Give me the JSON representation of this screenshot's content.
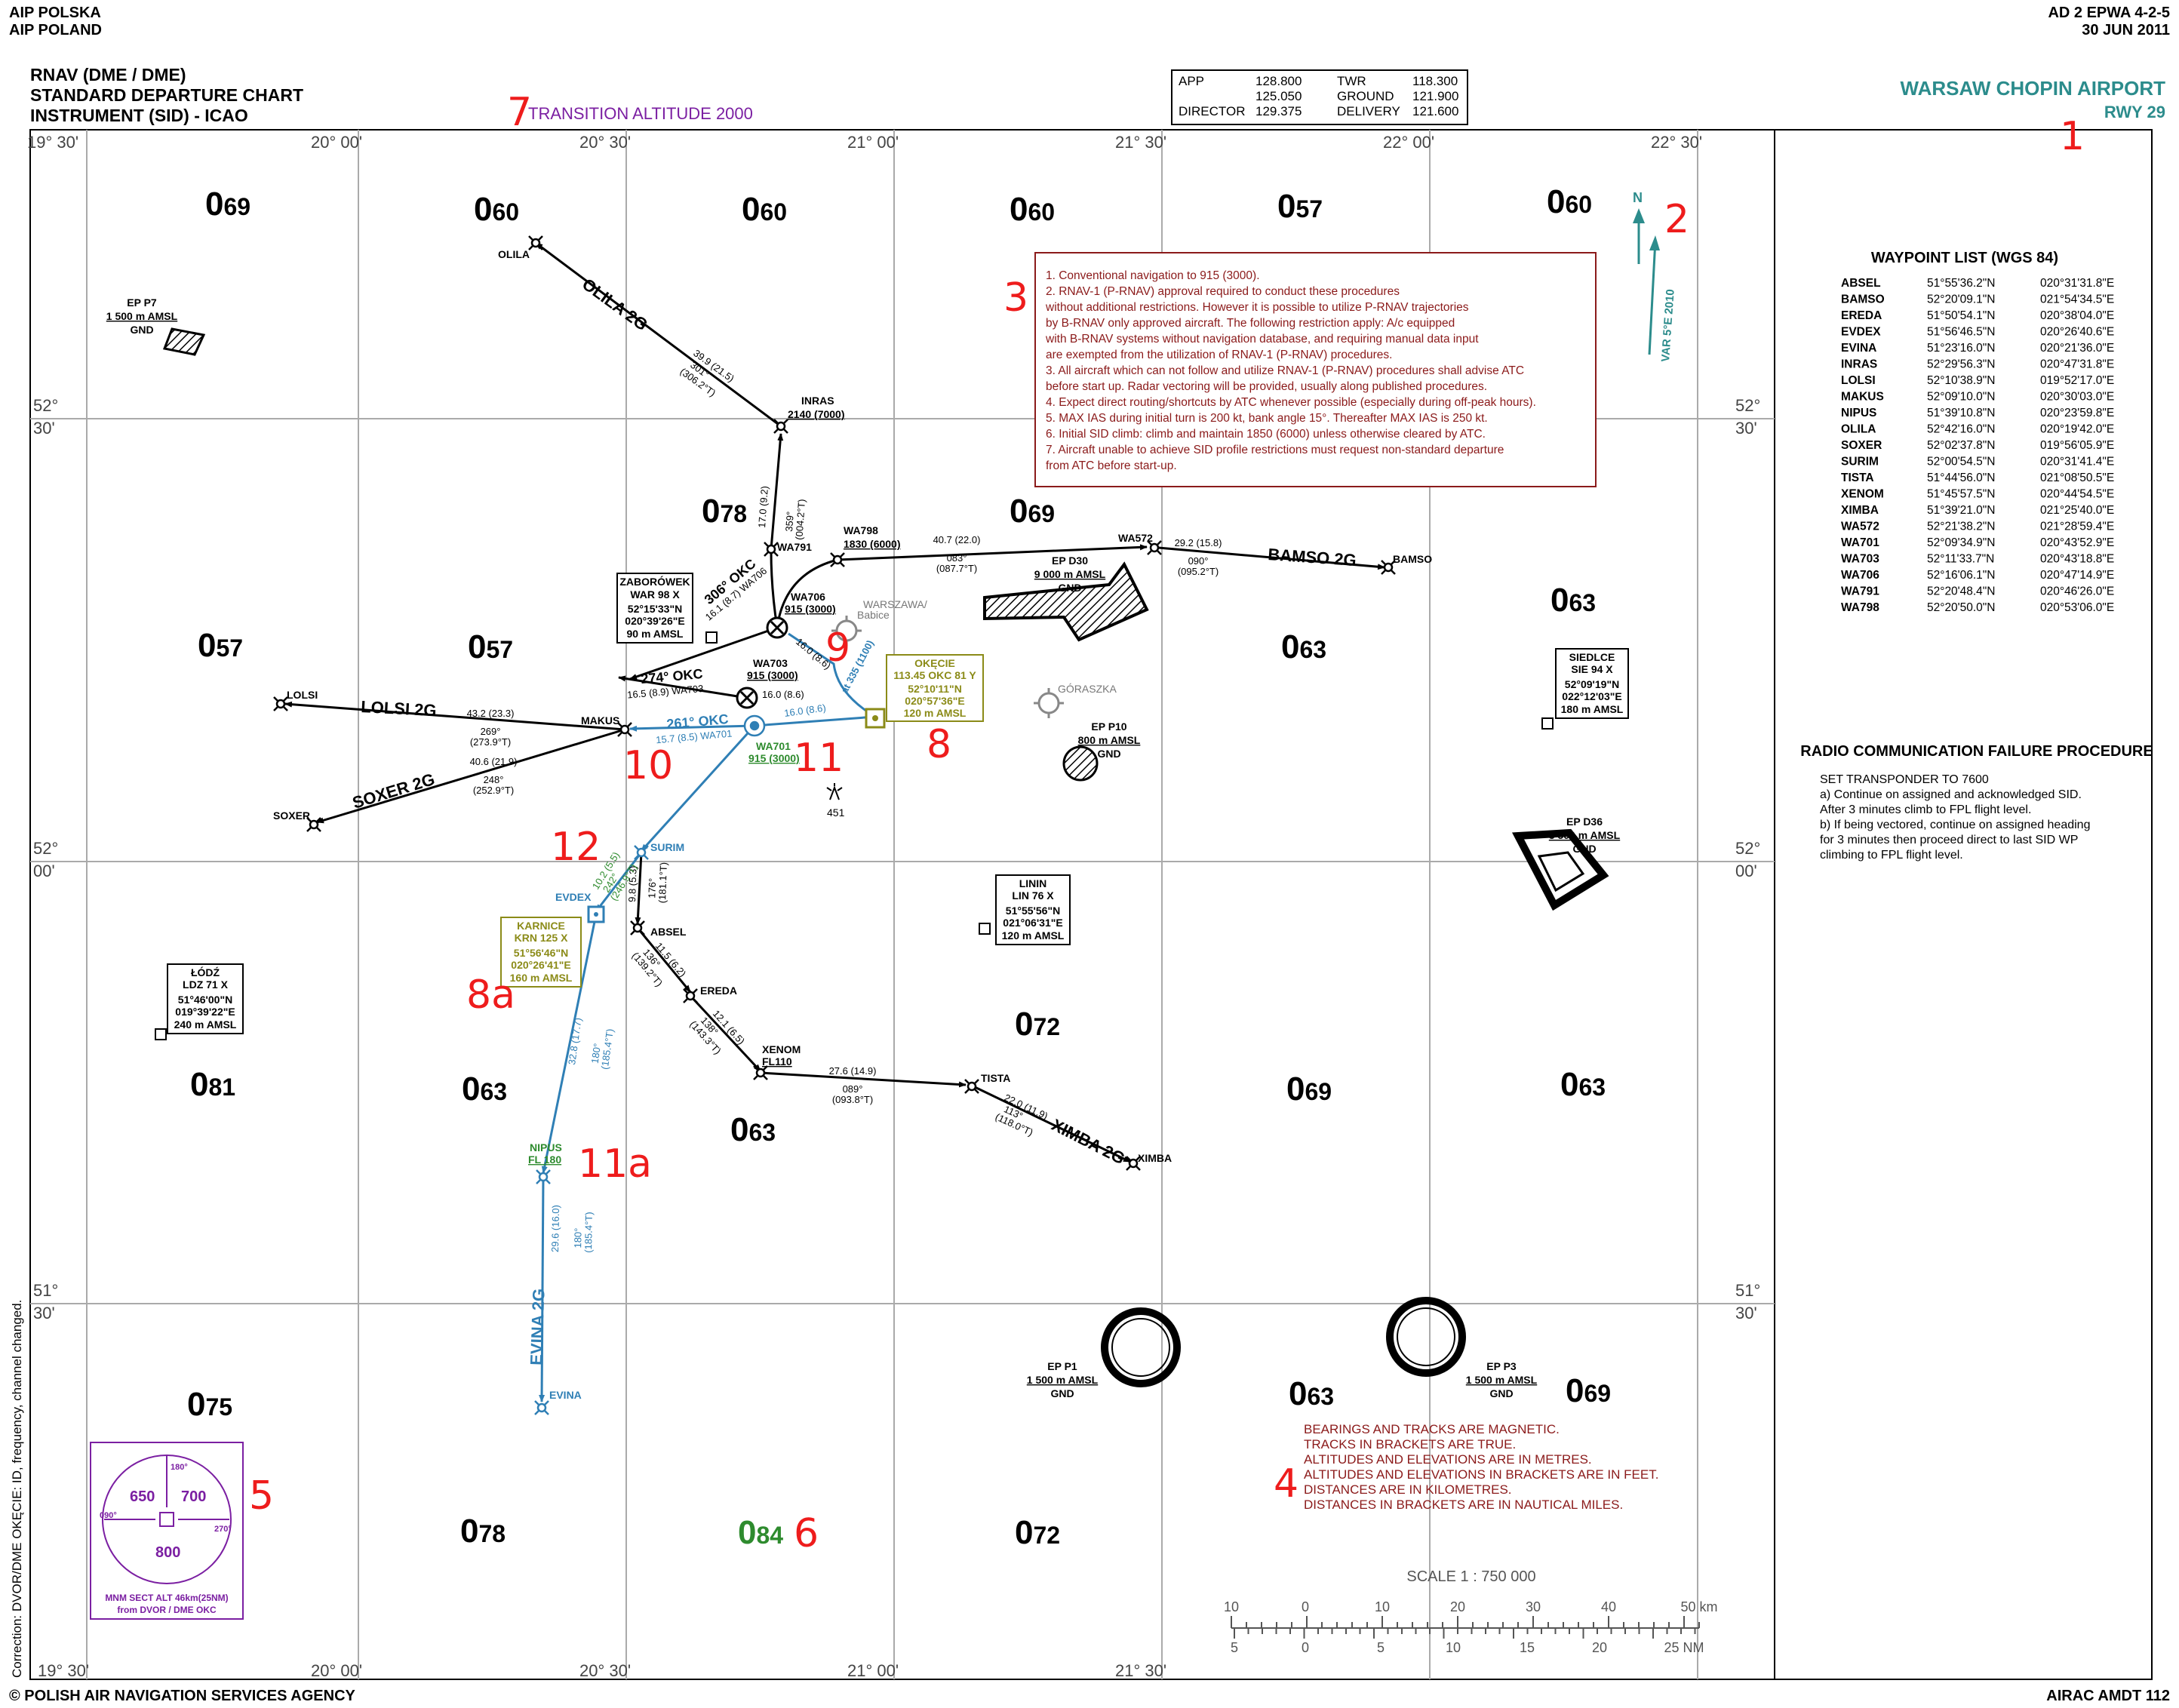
{
  "header": {
    "left_line1": "AIP POLSKA",
    "left_line2": "AIP POLAND",
    "right_line1": "AD 2 EPWA 4-2-5",
    "right_line2": "30 JUN 2011",
    "chart_title_1": "RNAV (DME / DME)",
    "chart_title_2": "STANDARD DEPARTURE CHART",
    "chart_title_3": "INSTRUMENT (SID) - ICAO",
    "transition_altitude": "TRANSITION ALTITUDE 2000",
    "airport_name": "WARSAW CHOPIN AIRPORT",
    "runway": "RWY 29"
  },
  "frequencies": {
    "app_label": "APP",
    "app_1": "128.800",
    "app_2": "125.050",
    "director_label": "DIRECTOR",
    "director": "129.375",
    "twr_label": "TWR",
    "twr": "118.300",
    "ground_label": "GROUND",
    "ground": "121.900",
    "delivery_label": "DELIVERY",
    "delivery": "121.600"
  },
  "grid_labels": {
    "top": [
      "19° 30'",
      "20° 00'",
      "20° 30'",
      "21° 00'",
      "21° 30'",
      "22° 00'",
      "22° 30'"
    ],
    "bottom": [
      "19° 30'",
      "20° 00'",
      "20° 30'",
      "21° 00'",
      "21° 30'"
    ],
    "lat_52_30": [
      "52°",
      "30'"
    ],
    "lat_52_00": [
      "52°",
      "00'"
    ],
    "lat_51_30": [
      "51°",
      "30'"
    ]
  },
  "msa": [
    {
      "big": "0",
      "small": "69"
    },
    {
      "big": "0",
      "small": "60"
    },
    {
      "big": "0",
      "small": "60"
    },
    {
      "big": "0",
      "small": "60"
    },
    {
      "big": "0",
      "small": "57"
    },
    {
      "big": "0",
      "small": "60"
    },
    {
      "big": "0",
      "small": "78"
    },
    {
      "big": "0",
      "small": "69"
    },
    {
      "big": "0",
      "small": "57"
    },
    {
      "big": "0",
      "small": "57"
    },
    {
      "big": "0",
      "small": "63"
    },
    {
      "big": "0",
      "small": "63"
    },
    {
      "big": "0",
      "small": "72"
    },
    {
      "big": "0",
      "small": "81"
    },
    {
      "big": "0",
      "small": "63"
    },
    {
      "big": "0",
      "small": "63"
    },
    {
      "big": "0",
      "small": "69"
    },
    {
      "big": "0",
      "small": "63"
    },
    {
      "big": "0",
      "small": "75"
    },
    {
      "big": "0",
      "small": "63"
    },
    {
      "big": "0",
      "small": "69"
    },
    {
      "big": "0",
      "small": "78"
    },
    {
      "big": "0",
      "small": "84"
    },
    {
      "big": "0",
      "small": "72"
    }
  ],
  "waypoints": {
    "olila": "OLILA",
    "inras": "INRAS",
    "inras_alt": "2140 (7000)",
    "wa791": "WA791",
    "wa706": "WA706",
    "wa706_alt": "915 (3000)",
    "wa798": "WA798",
    "wa798_alt": "1830 (6000)",
    "wa572": "WA572",
    "bamso": "BAMSO",
    "wa703": "WA703",
    "wa703_alt": "915 (3000)",
    "wa701": "WA701",
    "wa701_alt": "915 (3000)",
    "makus": "MAKUS",
    "lolsi": "LOLSI",
    "soxer": "SOXER",
    "surim": "SURIM",
    "evdex": "EVDEX",
    "absel": "ABSEL",
    "ereda": "EREDA",
    "xenom": "XENOM",
    "xenom_alt": "FL110",
    "tista": "TISTA",
    "ximba": "XIMBA",
    "nipus": "NIPUS",
    "nipus_alt": "FL 180",
    "evina": "EVINA"
  },
  "routes": {
    "olila": "OLILA 2G",
    "bamso": "BAMSO 2G",
    "lolsi": "LOLSI 2G",
    "soxer": "SOXER 2G",
    "ximba": "XIMBA 2G",
    "evina": "EVINA 2G"
  },
  "legs": {
    "olila_dist": "39.9 (21.5)",
    "olila_trk": "301°",
    "olila_true": "(306.2°T)",
    "inras_dist": "17.0 (9.2)",
    "inras_trk": "359°",
    "inras_true": "(004.2°T)",
    "wa706_dist": "16.0 (8.6)",
    "wa703_dist": "16.0 (8.6)",
    "wa701_dist": "16.0 (8.6)",
    "okc_306": "306° OKC",
    "okc_306_dist": "16.1 (8.7) WA706",
    "okc_274": "274° OKC",
    "okc_274_dist": "16.5 (8.9) WA703",
    "okc_261": "261° OKC",
    "okc_261_dist": "15.7 (8.5) WA701",
    "at_915": "at 335 (1100)",
    "bamso_a_dist": "40.7 (22.0)",
    "bamso_a_trk": "083°",
    "bamso_a_true": "(087.7°T)",
    "bamso_b_dist": "29.2 (15.8)",
    "bamso_b_trk": "090°",
    "bamso_b_true": "(095.2°T)",
    "lolsi_dist": "43.2 (23.3)",
    "lolsi_trk": "269°",
    "lolsi_true": "(273.9°T)",
    "soxer_dist": "40.6 (21.9)",
    "soxer_trk": "248°",
    "soxer_true": "(252.9°T)",
    "surim_dist": "9.8 (5.3)",
    "surim_trk": "176°",
    "surim_true": "(181.1°T)",
    "absel_dist": "11.5 (6.2)",
    "absel_trk": "136°",
    "absel_true": "(139.2°T)",
    "ereda_dist": "12.1 (6.5)",
    "ereda_trk": "138°",
    "ereda_true": "(143.3°T)",
    "xenom_dist": "27.6 (14.9)",
    "xenom_trk": "089°",
    "xenom_true": "(093.8°T)",
    "tista_dist": "22.0 (11.9)",
    "tista_trk": "113°",
    "tista_true": "(118.0°T)",
    "evdex_dist": "32.8 (17.7)",
    "evdex_trk": "180°",
    "evdex_true": "(185.4°T)",
    "evina_dist": "29.6 (16.0)",
    "evina_trk": "180°",
    "evina_true": "(185.4°T)",
    "surim_evdex_dist": "10.2 (5.5)",
    "surim_evdex_trk": "242°",
    "surim_evdex_true": "(246.9°T)"
  },
  "navaids": {
    "zaborowek": {
      "name": "ZABORÓWEK",
      "ident": "WAR 98 X",
      "lat": "52°15'33\"N",
      "lon": "020°39'26\"E",
      "elev": "90 m AMSL"
    },
    "okecie": {
      "name": "OKĘCIE",
      "ident": "113.45 OKC 81 Y",
      "lat": "52°10'11\"N",
      "lon": "020°57'36\"E",
      "elev": "120 m AMSL"
    },
    "siedlce": {
      "name": "SIEDLCE",
      "ident": "SIE 94 X",
      "lat": "52°09'19\"N",
      "lon": "022°12'03\"E",
      "elev": "180 m AMSL"
    },
    "linin": {
      "name": "LININ",
      "ident": "LIN 76 X",
      "lat": "51°55'56\"N",
      "lon": "021°06'31\"E",
      "elev": "120 m AMSL"
    },
    "karnice": {
      "name": "KARNICE",
      "ident": "KRN 125 X",
      "lat": "51°56'46\"N",
      "lon": "020°26'41\"E",
      "elev": "160 m AMSL"
    },
    "lodz": {
      "name": "ŁÓDŹ",
      "ident": "LDZ 71 X",
      "lat": "51°46'00\"N",
      "lon": "019°39'22\"E",
      "elev": "240 m AMSL"
    },
    "warszawa": "WARSZAWA/",
    "babice": "Babice",
    "goraszka": "GÓRASZKA",
    "obstacle": "451"
  },
  "areas": {
    "p7": {
      "name": "EP P7",
      "limit": "1 500 m AMSL",
      "base": "GND"
    },
    "d30": {
      "name": "EP D30",
      "limit": "9 000 m AMSL",
      "base": "GND"
    },
    "p10": {
      "name": "EP P10",
      "limit": "800 m AMSL",
      "base": "GND"
    },
    "d36": {
      "name": "EP D36",
      "limit": "3 500 m AMSL",
      "base": "GND"
    },
    "p1": {
      "name": "EP P1",
      "limit": "1 500 m AMSL",
      "base": "GND"
    },
    "p3": {
      "name": "EP P3",
      "limit": "1 500 m AMSL",
      "base": "GND"
    }
  },
  "notes": [
    "1.  Conventional navigation to 915 (3000).",
    "2.  RNAV-1 (P-RNAV) approval required to conduct these procedures",
    "      without additional restrictions. However it is possible to utilize P-RNAV trajectories",
    "      by B-RNAV only approved aircraft. The following restriction apply: A/c equipped",
    "      with B-RNAV systems without navigation database, and requiring manual data input",
    "      are exempted from the utilization of RNAV-1 (P-RNAV) procedures.",
    "3.  All aircraft which can not follow and utilize RNAV-1 (P-RNAV) procedures shall advise ATC",
    "      before start up. Radar vectoring will be provided, usually along published procedures.",
    "4.  Expect direct routing/shortcuts by ATC whenever possible (especially during off-peak hours).",
    "5.  MAX IAS during initial turn is 200 kt, bank angle 15°. Thereafter MAX IAS is 250 kt.",
    "6.  Initial SID climb: climb and maintain 1850 (6000) unless otherwise cleared by ATC.",
    "7.  Aircraft unable to achieve SID profile restrictions must request non-standard departure",
    "      from ATC before start-up."
  ],
  "north": {
    "n": "N",
    "var": "VAR 5°E 2010"
  },
  "waypoint_list": {
    "title": "WAYPOINT LIST (WGS 84)",
    "rows": [
      [
        "ABSEL",
        "51°55'36.2\"N",
        "020°31'31.8\"E"
      ],
      [
        "BAMSO",
        "52°20'09.1\"N",
        "021°54'34.5\"E"
      ],
      [
        "EREDA",
        "51°50'54.1\"N",
        "020°38'04.0\"E"
      ],
      [
        "EVDEX",
        "51°56'46.5\"N",
        "020°26'40.6\"E"
      ],
      [
        "EVINA",
        "51°23'16.0\"N",
        "020°21'36.0\"E"
      ],
      [
        "INRAS",
        "52°29'56.3\"N",
        "020°47'31.8\"E"
      ],
      [
        "LOLSI",
        "52°10'38.9\"N",
        "019°52'17.0\"E"
      ],
      [
        "MAKUS",
        "52°09'10.0\"N",
        "020°30'03.0\"E"
      ],
      [
        "NIPUS",
        "51°39'10.8\"N",
        "020°23'59.8\"E"
      ],
      [
        "OLILA",
        "52°42'16.0\"N",
        "020°19'42.0\"E"
      ],
      [
        "SOXER",
        "52°02'37.8\"N",
        "019°56'05.9\"E"
      ],
      [
        "SURIM",
        "52°00'54.5\"N",
        "020°31'41.4\"E"
      ],
      [
        "TISTA",
        "51°44'56.0\"N",
        "021°08'50.5\"E"
      ],
      [
        "XENOM",
        "51°45'57.5\"N",
        "020°44'54.5\"E"
      ],
      [
        "XIMBA",
        "51°39'21.0\"N",
        "021°25'40.0\"E"
      ],
      [
        "WA572",
        "52°21'38.2\"N",
        "021°28'59.4\"E"
      ],
      [
        "WA701",
        "52°09'34.9\"N",
        "020°43'52.9\"E"
      ],
      [
        "WA703",
        "52°11'33.7\"N",
        "020°43'18.8\"E"
      ],
      [
        "WA706",
        "52°16'06.1\"N",
        "020°47'14.9\"E"
      ],
      [
        "WA791",
        "52°20'48.4\"N",
        "020°46'26.0\"E"
      ],
      [
        "WA798",
        "52°20'50.0\"N",
        "020°53'06.0\"E"
      ]
    ]
  },
  "rcf": {
    "title": "RADIO COMMUNICATION FAILURE PROCEDURE",
    "lines": [
      "SET TRANSPONDER TO 7600",
      "a) Continue on assigned and acknowledged SID.",
      "    After 3 minutes climb to FPL flight level.",
      "b) If being vectored, continue on assigned heading",
      "    for 3 minutes then proceed direct to last SID WP",
      "    climbing to FPL flight level."
    ]
  },
  "units_notes": [
    "BEARINGS AND TRACKS ARE MAGNETIC.",
    "TRACKS IN BRACKETS ARE TRUE.",
    "ALTITUDES AND ELEVATIONS ARE IN METRES.",
    "ALTITUDES AND ELEVATIONS IN BRACKETS ARE IN FEET.",
    "DISTANCES ARE IN KILOMETRES.",
    "DISTANCES IN BRACKETS ARE IN NAUTICAL MILES."
  ],
  "msa_diagram": {
    "v650": "650",
    "v700": "700",
    "v800": "800",
    "b180": "180°",
    "b090": "090°",
    "b270": "270°",
    "caption1": "MNM SECT ALT 46km(25NM)",
    "caption2": "from DVOR / DME OKC"
  },
  "scale": {
    "title": "SCALE    1  :  750 000",
    "km_ticks": [
      "10",
      "0",
      "10",
      "20",
      "30",
      "40",
      "50 km"
    ],
    "nm_ticks": [
      "5",
      "0",
      "5",
      "10",
      "15",
      "20",
      "25 NM"
    ]
  },
  "footer": {
    "left": "© POLISH AIR NAVIGATION SERVICES AGENCY",
    "right": "AIRAC AMDT 112",
    "side": "Correction: DVOR/DME OKĘCIE: ID, frequency, channel changed."
  },
  "callouts": [
    "1",
    "2",
    "3",
    "4",
    "5",
    "6",
    "7",
    "8",
    "8a",
    "9",
    "10",
    "11",
    "11a",
    "12"
  ],
  "colors": {
    "route": "#000000",
    "rnav_blue": "#2f7fb5",
    "green": "#2e8b2e",
    "olive": "#8b8b18",
    "teal": "#2c8c8c",
    "dark_red": "#8b1a1a",
    "purple": "#7b1fa2",
    "annotation": "#ee1c1c",
    "grid": "#aaaaaa"
  }
}
